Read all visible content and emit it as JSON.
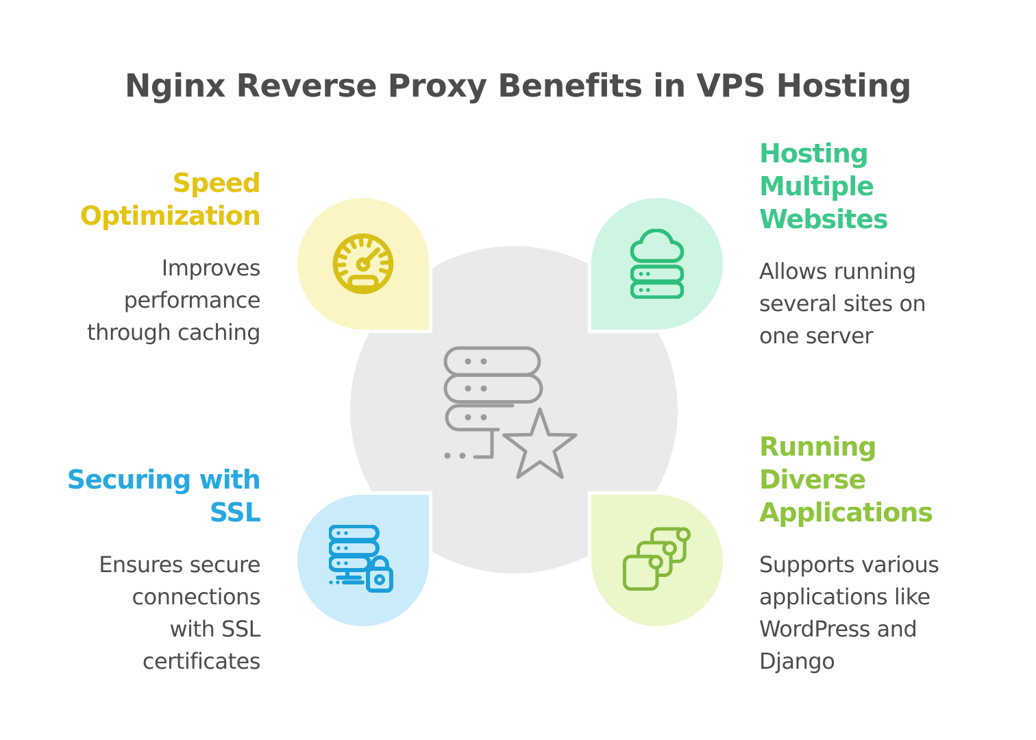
{
  "title": "Nginx Reverse Proxy Benefits in VPS Hosting",
  "colors": {
    "background": "#FFFFFF",
    "title_text": "#4C4C4C",
    "body_text": "#4C4C4E",
    "center_circle": "#E9EAEA",
    "center_icon": "#9B9B9B",
    "bubble_outline": "#FFFFFF"
  },
  "center": {
    "icon": "server-stack-star-icon"
  },
  "sections": [
    {
      "id": "speed-optimization",
      "position": "top-left",
      "heading": "Speed\nOptimization",
      "body": "Improves\nperformance\nthrough caching",
      "accent_color": "#E3C414",
      "bubble_color": "#FBF5C4",
      "icon_color": "#D8C019",
      "icon": "speedometer-icon"
    },
    {
      "id": "hosting-multiple-websites",
      "position": "top-right",
      "heading": "Hosting\nMultiple\nWebsites",
      "body": "Allows running\nseveral sites on\none server",
      "accent_color": "#3DC78A",
      "bubble_color": "#CDF5E2",
      "icon_color": "#2EBE7B",
      "icon": "cloud-server-icon"
    },
    {
      "id": "securing-with-ssl",
      "position": "bottom-left",
      "heading": "Securing with\nSSL",
      "body": "Ensures secure\nconnections\nwith SSL\ncertificates",
      "accent_color": "#28A8E0",
      "bubble_color": "#C9EBFA",
      "icon_color": "#1B9FD9",
      "icon": "server-lock-icon"
    },
    {
      "id": "running-diverse-applications",
      "position": "bottom-right",
      "heading": "Running\nDiverse\nApplications",
      "body": "Supports various\napplications like\nWordPress and\nDjango",
      "accent_color": "#8FC43F",
      "bubble_color": "#EAF7C8",
      "icon_color": "#84B83D",
      "icon": "layered-apps-icon"
    }
  ]
}
